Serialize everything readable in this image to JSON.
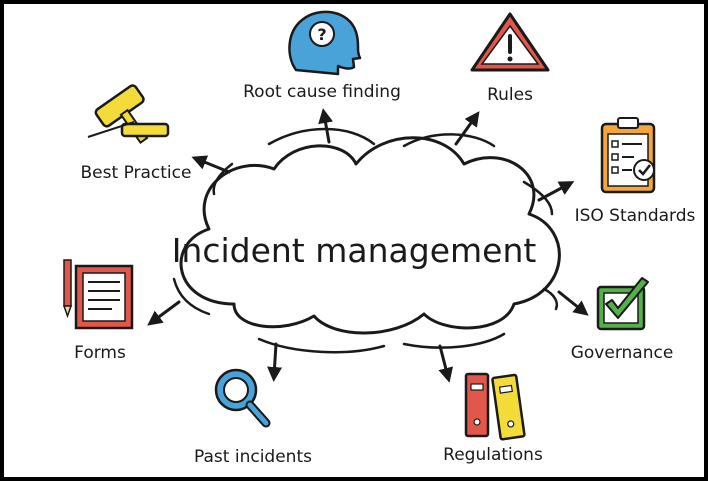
{
  "center": {
    "label": "Incident management"
  },
  "nodes": [
    {
      "id": "root-cause",
      "label": "Root cause finding",
      "icon": "head-question-icon",
      "color": "#4aa3d8"
    },
    {
      "id": "rules",
      "label": "Rules",
      "icon": "warning-triangle-icon",
      "color": "#e2574c"
    },
    {
      "id": "best-practice",
      "label": "Best Practice",
      "icon": "gavel-icon",
      "color": "#f3dc3a"
    },
    {
      "id": "iso",
      "label": "ISO Standards",
      "icon": "clipboard-checklist-icon",
      "color": "#f4a63c"
    },
    {
      "id": "forms",
      "label": "Forms",
      "icon": "form-document-icon",
      "color": "#e2574c"
    },
    {
      "id": "governance",
      "label": "Governance",
      "icon": "checkbox-tick-icon",
      "color": "#55b04a"
    },
    {
      "id": "past-incidents",
      "label": "Past incidents",
      "icon": "magnifier-icon",
      "color": "#4aa3d8"
    },
    {
      "id": "regulations",
      "label": "Regulations",
      "icon": "binders-icon",
      "color": "#f3dc3a"
    }
  ]
}
